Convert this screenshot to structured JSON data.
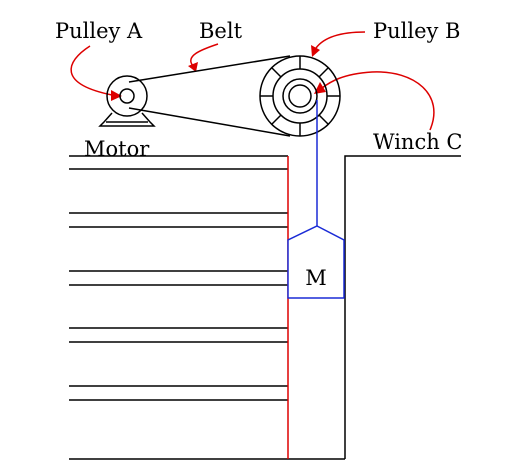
{
  "labels": {
    "pulley_a": "Pulley A",
    "belt": "Belt",
    "pulley_b": "Pulley B",
    "motor": "Motor",
    "winch_c": "Winch C",
    "mass": "M"
  },
  "colors": {
    "lines": "#000000",
    "callout_arrows": "#dd0000",
    "mine_shaft_wall": "#dd0000",
    "cable_and_mass": "#1a2bd6",
    "background": "#ffffff"
  }
}
